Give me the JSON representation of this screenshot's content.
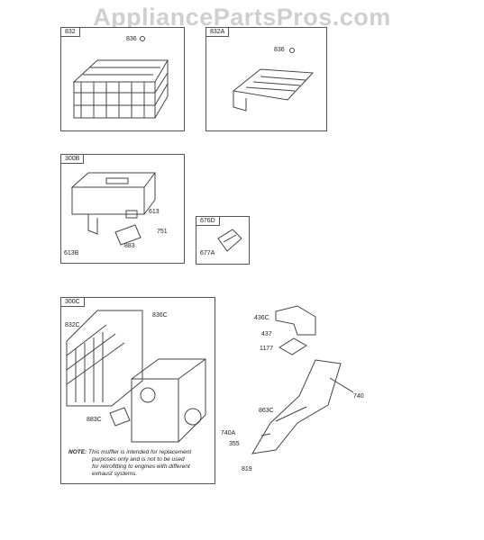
{
  "watermark": "AppliancePartsPros.com",
  "panels": {
    "p832": {
      "tag": "832",
      "parts": {
        "screw": "836"
      }
    },
    "p832a": {
      "tag": "832A",
      "parts": {
        "screw": "836"
      }
    },
    "p300b": {
      "tag": "300B",
      "parts": {
        "a": "613",
        "b": "751",
        "c": "883",
        "d": "613B"
      }
    },
    "p676d": {
      "tag": "676D",
      "parts": {
        "a": "677A"
      }
    },
    "p300c": {
      "tag": "300C",
      "parts": {
        "guard": "832C",
        "screw": "836C",
        "gasket": "883C"
      },
      "note_head": "NOTE:",
      "note_lines": [
        "This muffler is intended for replacement",
        "purposes only and is not to be used",
        "for retrofitting to engines with different",
        "exhaust systems."
      ]
    }
  },
  "loose_parts": {
    "elbow": "436C",
    "stud": "437",
    "nut": "1177",
    "bracket": "863C",
    "screw740": "740",
    "screw740a": "740A",
    "washer": "355",
    "screw819": "819"
  }
}
